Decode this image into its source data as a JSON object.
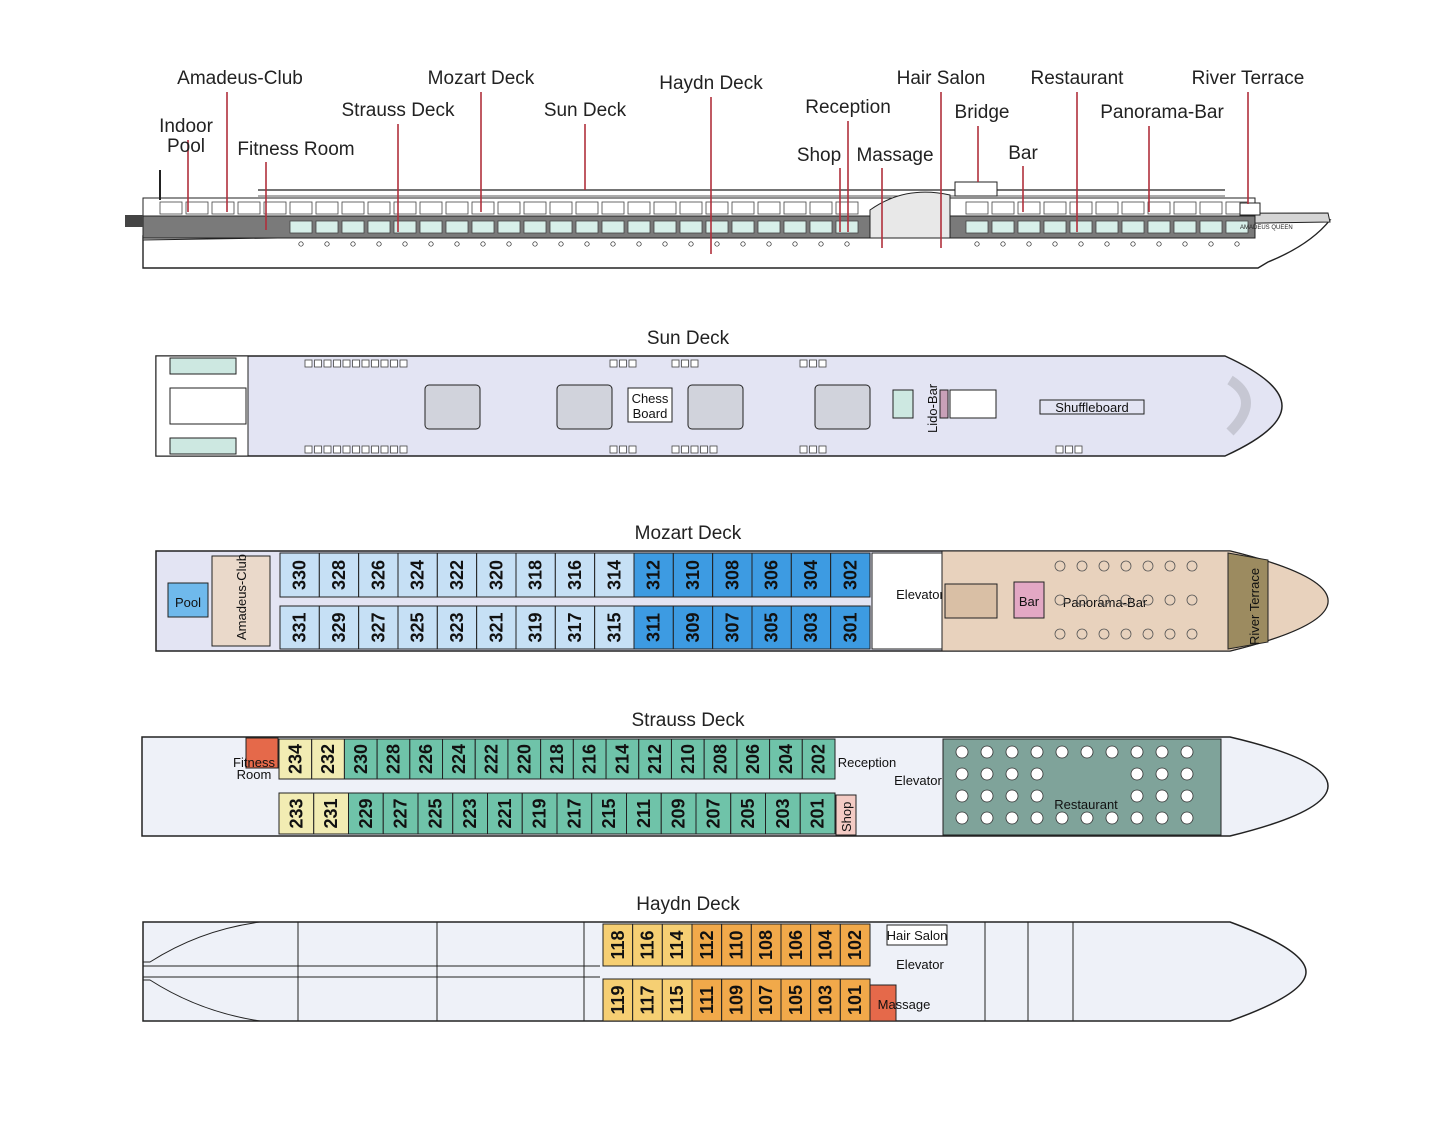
{
  "colors": {
    "pink_line": "#b0303c",
    "sun_deck_floor": "#e3e4f3",
    "mozart_blue_light": "#c6e0f5",
    "mozart_blue_dark": "#3d9be2",
    "strauss_green": "#6fc3a9",
    "strauss_yellow": "#f2ecb3",
    "haydn_orange": "#f1a94a",
    "haydn_yellow": "#f6cf73",
    "massage_red": "#e5694a",
    "panorama_tan": "#e8d2bd",
    "restaurant_teal": "#7fa39a",
    "river_terrace": "#9c8b60",
    "hull_light": "#eef1f8"
  },
  "profile": {
    "labels": [
      {
        "key": "indoor_pool",
        "text": "Indoor"
      },
      {
        "key": "indoor_pool2",
        "text": "Pool"
      },
      {
        "key": "amadeus_club",
        "text": "Amadeus-Club"
      },
      {
        "key": "fitness_room",
        "text": "Fitness Room"
      },
      {
        "key": "strauss_deck",
        "text": "Strauss Deck"
      },
      {
        "key": "mozart_deck",
        "text": "Mozart Deck"
      },
      {
        "key": "sun_deck",
        "text": "Sun Deck"
      },
      {
        "key": "haydn_deck",
        "text": "Haydn Deck"
      },
      {
        "key": "reception",
        "text": "Reception"
      },
      {
        "key": "shop",
        "text": "Shop"
      },
      {
        "key": "massage",
        "text": "Massage"
      },
      {
        "key": "hair_salon",
        "text": "Hair Salon"
      },
      {
        "key": "bridge",
        "text": "Bridge"
      },
      {
        "key": "bar",
        "text": "Bar"
      },
      {
        "key": "restaurant",
        "text": "Restaurant"
      },
      {
        "key": "panorama_bar",
        "text": "Panorama-Bar"
      },
      {
        "key": "river_terrace",
        "text": "River Terrace"
      }
    ],
    "ship_name": "AMADEUS QUEEN"
  },
  "decks": {
    "sun": {
      "title": "Sun Deck",
      "chess": "Chess",
      "board": "Board",
      "lido_bar": "Lido-Bar",
      "shuffleboard": "Shuffleboard"
    },
    "mozart": {
      "title": "Mozart Deck",
      "pool": "Pool",
      "amadeus_club": "Amadeus-Club",
      "elevator": "Elevator",
      "bar": "Bar",
      "panorama_bar": "Panorama-Bar",
      "river_terrace": "River Terrace",
      "top_cabins": [
        "330",
        "328",
        "326",
        "324",
        "322",
        "320",
        "318",
        "316",
        "314",
        "312",
        "310",
        "308",
        "306",
        "304",
        "302"
      ],
      "bottom_cabins": [
        "331",
        "329",
        "327",
        "325",
        "323",
        "321",
        "319",
        "317",
        "315",
        "311",
        "309",
        "307",
        "305",
        "303",
        "301"
      ]
    },
    "strauss": {
      "title": "Strauss Deck",
      "fitness": "Fitness",
      "room": "Room",
      "reception": "Reception",
      "elevator": "Elevator",
      "shop": "Shop",
      "restaurant": "Restaurant",
      "top_cabins": [
        "234",
        "232",
        "230",
        "228",
        "226",
        "224",
        "222",
        "220",
        "218",
        "216",
        "214",
        "212",
        "210",
        "208",
        "206",
        "204",
        "202"
      ],
      "bottom_cabins": [
        "233",
        "231",
        "229",
        "227",
        "225",
        "223",
        "221",
        "219",
        "217",
        "215",
        "211",
        "209",
        "207",
        "205",
        "203",
        "201"
      ]
    },
    "haydn": {
      "title": "Haydn Deck",
      "hair_salon": "Hair Salon",
      "elevator": "Elevator",
      "massage": "Massage",
      "top_cabins": [
        "118",
        "116",
        "114",
        "112",
        "110",
        "108",
        "106",
        "104",
        "102"
      ],
      "bottom_cabins": [
        "119",
        "117",
        "115",
        "111",
        "109",
        "107",
        "105",
        "103",
        "101"
      ]
    }
  }
}
